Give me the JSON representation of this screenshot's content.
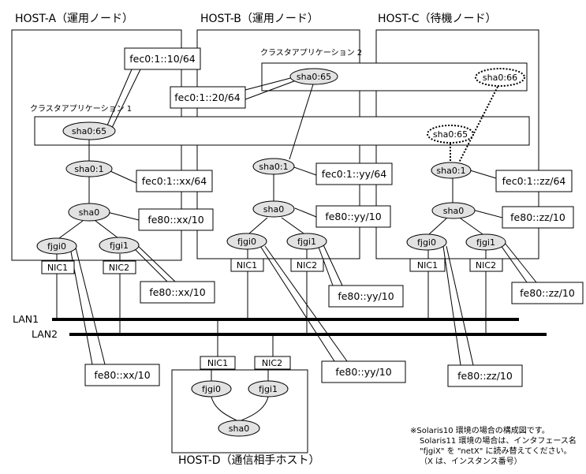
{
  "hosts": {
    "a": "HOST-A（運用ノード）",
    "b": "HOST-B（運用ノード）",
    "c": "HOST-C（待機ノード）",
    "d": "HOST-D（通信相手ホスト）"
  },
  "apps": {
    "app1": "クラスタアプリケーション 1",
    "app2": "クラスタアプリケーション 2"
  },
  "nodes": {
    "sha065": "sha0:65",
    "sha066": "sha0:66",
    "sha01": "sha0:1",
    "sha0": "sha0",
    "fjgi0": "fjgi0",
    "fjgi1": "fjgi1"
  },
  "nics": {
    "nic1": "NIC1",
    "nic2": "NIC2"
  },
  "addresses": {
    "a_takeover": "fec0:1::10/64",
    "b_takeover": "fec0:1::20/64",
    "a_logical": "fec0:1::xx/64",
    "b_logical": "fec0:1::yy/64",
    "c_logical": "fec0:1::zz/64",
    "a_link": "fe80::xx/10",
    "b_link": "fe80::yy/10",
    "c_link": "fe80::zz/10"
  },
  "lans": {
    "lan1": "LAN1",
    "lan2": "LAN2"
  },
  "note": {
    "line1": "※Solaris10 環境の場合の構成図です。",
    "line2": "Solaris11 環境の場合は、インタフェース名",
    "line3": "\"fjgiX\" を \"netX\" に読み替えてください。",
    "line4": "（X は、インスタンス番号）"
  }
}
